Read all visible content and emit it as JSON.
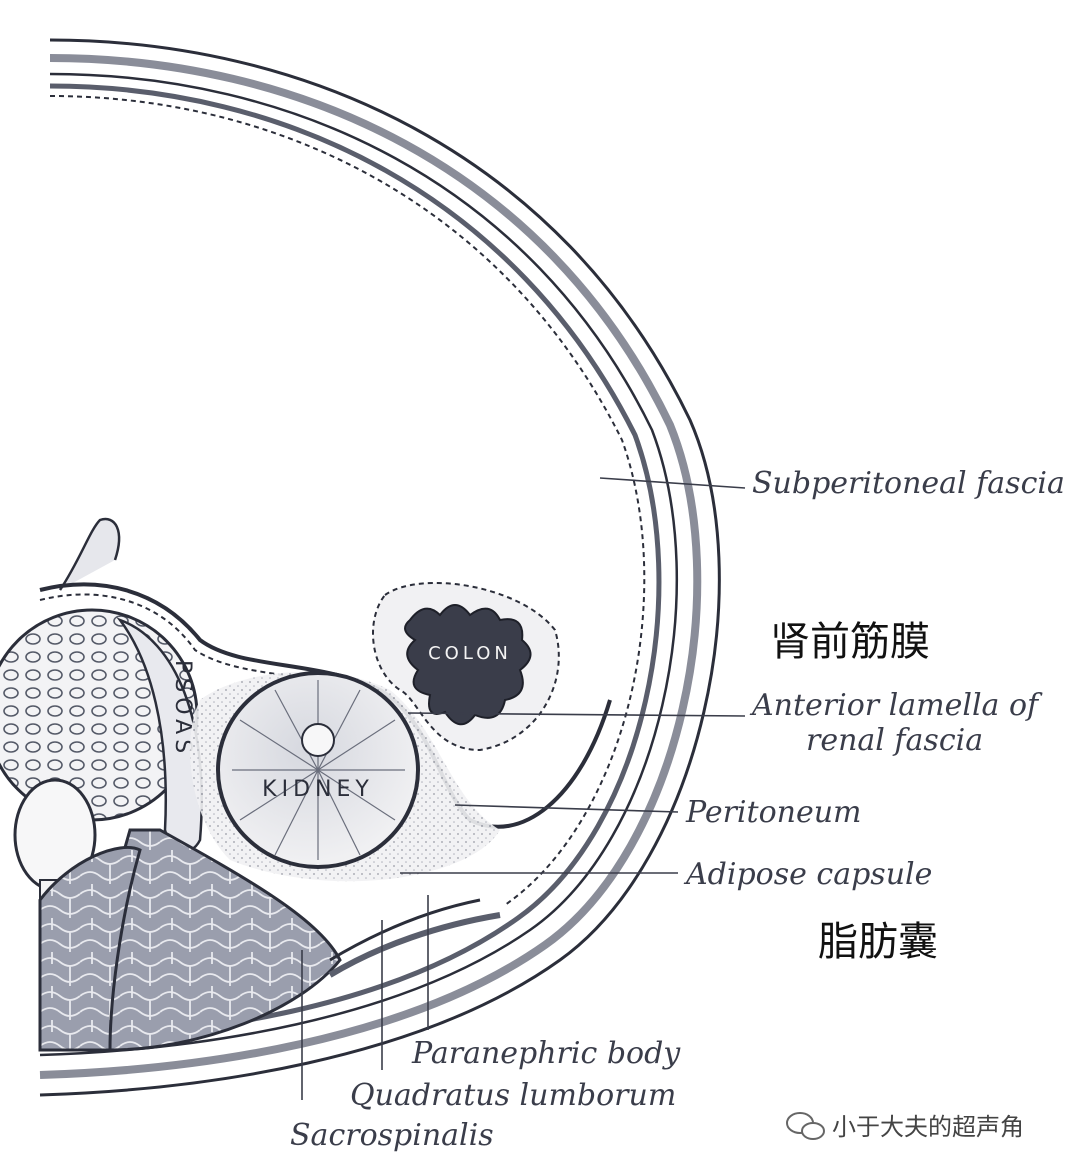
{
  "labels": {
    "subperitoneal_fascia": "Subperitoneal fascia",
    "cn_anterior_renal_fascia": "肾前筋膜",
    "anterior_lamella_line1": "Anterior lamella of",
    "anterior_lamella_line2": "renal fascia",
    "peritoneum": "Peritoneum",
    "adipose_capsule": "Adipose capsule",
    "cn_adipose_capsule": "脂肪囊",
    "paranephric_body": "Paranephric body",
    "quadratus_lumborum": "Quadratus lumborum",
    "sacrospinalis": "Sacrospinalis"
  },
  "organs": {
    "colon": "COLON",
    "kidney": "KIDNEY",
    "psoas": "PSOAS"
  },
  "watermark": {
    "text": "小于大夫的超声角",
    "icon": "wechat-icon"
  },
  "colors": {
    "ink": "#2b2e3a",
    "line": "#3a3d4a",
    "fill_light": "#e6e7ec"
  }
}
